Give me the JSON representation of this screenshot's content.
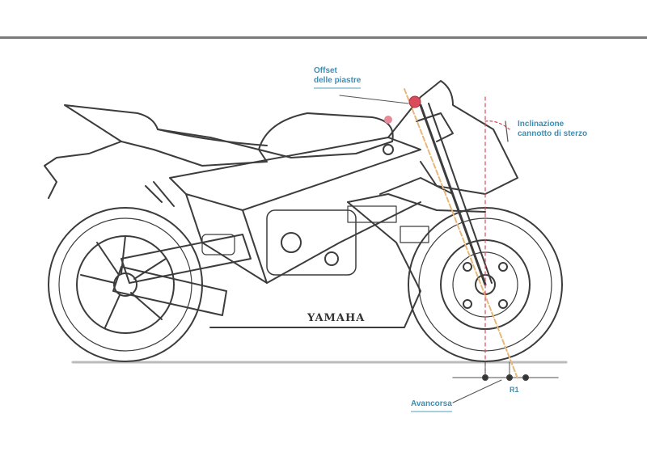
{
  "diagram": {
    "subject": "Sport motorcycle side-view line drawing with steering geometry annotations",
    "colors": {
      "outline": "#3c3c3c",
      "annotation_text": "#3a8fb5",
      "axis_red": "#d94a5a",
      "axis_orange": "#e8b77a",
      "top_rule": "#7a7a7a"
    },
    "brand_mark": "YAMAHA",
    "annotations": [
      {
        "id": "offset",
        "line1": "Offset",
        "line2": "delle piastre"
      },
      {
        "id": "rake",
        "line1": "Inclinazione",
        "line2": "cannotto di sterzo"
      },
      {
        "id": "trail",
        "line1": "Avancorsa"
      }
    ],
    "dimension_label": "R1"
  }
}
